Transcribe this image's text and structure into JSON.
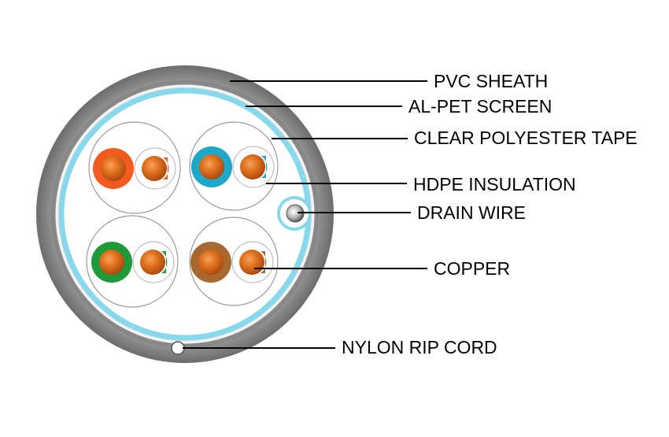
{
  "labels": {
    "pvc_sheath": "PVC SHEATH",
    "al_pet_screen": "AL-PET SCREEN",
    "clear_polyester_tape": "CLEAR POLYESTER TAPE",
    "hdpe_insulation": "HDPE INSULATION",
    "drain_wire": "DRAIN WIRE",
    "copper": "COPPER",
    "nylon_rip_cord": "NYLON RIP CORD"
  },
  "colors": {
    "sheath": "#8a8a8a",
    "screen": "#d7d7d7",
    "tape": "#7fd6e8",
    "copper": "#d8661a",
    "pair_orange": "#f25a1e",
    "pair_blue": "#1ea7c9",
    "pair_green": "#1f9a3a",
    "pair_brown": "#a9682d"
  }
}
